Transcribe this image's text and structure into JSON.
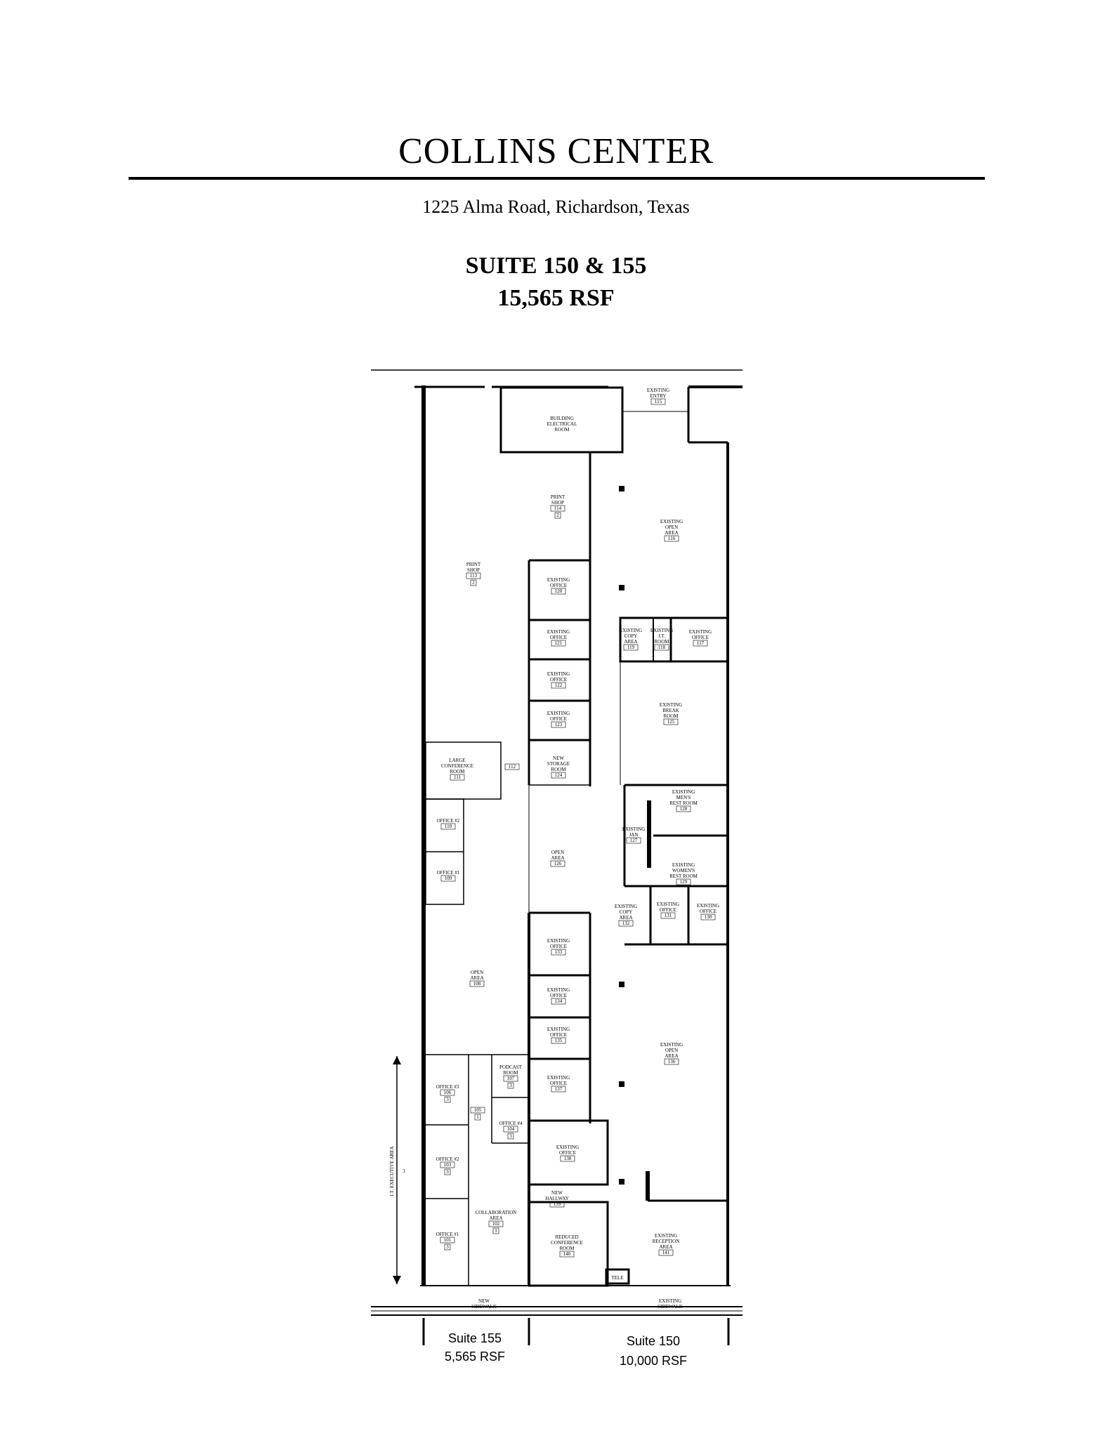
{
  "header": {
    "title": "COLLINS CENTER",
    "address": "1225 Alma Road, Richardson, Texas",
    "suite": "SUITE 150 & 155",
    "rsf": "15,565 RSF"
  },
  "rooms": [
    {
      "id": "electrical",
      "lines": [
        "BUILDING",
        "ELECTRICAL",
        "ROOM"
      ],
      "number": ""
    },
    {
      "id": "entry",
      "lines": [
        "EXISTING",
        "ENTRY"
      ],
      "number": "115"
    },
    {
      "id": "print114",
      "lines": [
        "PRINT",
        "SHOP"
      ],
      "number": "114",
      "tag": "2"
    },
    {
      "id": "print113",
      "lines": [
        "PRINT",
        "SHOP"
      ],
      "number": "113",
      "tag": "2"
    },
    {
      "id": "open116",
      "lines": [
        "EXISTING",
        "OPEN",
        "AREA"
      ],
      "number": "116"
    },
    {
      "id": "off120",
      "lines": [
        "EXISTING",
        "OFFICE"
      ],
      "number": "120"
    },
    {
      "id": "off121",
      "lines": [
        "EXISTING",
        "OFFICE"
      ],
      "number": "121"
    },
    {
      "id": "copy119",
      "lines": [
        "EXISTING",
        "COPY",
        "AREA"
      ],
      "number": "119"
    },
    {
      "id": "it118",
      "lines": [
        "EXISTING",
        "I.T.",
        "ROOM"
      ],
      "number": "118"
    },
    {
      "id": "off117",
      "lines": [
        "EXISTING",
        "OFFICE"
      ],
      "number": "117"
    },
    {
      "id": "off122",
      "lines": [
        "EXISTING",
        "OFFICE"
      ],
      "number": "122"
    },
    {
      "id": "break125",
      "lines": [
        "EXISTING",
        "BREAK",
        "ROOM"
      ],
      "number": "125"
    },
    {
      "id": "off123",
      "lines": [
        "EXISTING",
        "OFFICE"
      ],
      "number": "123"
    },
    {
      "id": "conf111",
      "lines": [
        "LARGE",
        "CONFERENCE",
        "ROOM"
      ],
      "number": "111"
    },
    {
      "id": "r112",
      "lines": [],
      "number": "112"
    },
    {
      "id": "stor124",
      "lines": [
        "NEW",
        "STORAGE",
        "ROOM"
      ],
      "number": "124"
    },
    {
      "id": "men128",
      "lines": [
        "EXISTING",
        "MEN'S",
        "REST ROOM"
      ],
      "number": "128"
    },
    {
      "id": "off110",
      "lines": [
        "OFFICE #2"
      ],
      "number": "110"
    },
    {
      "id": "jan127",
      "lines": [
        "EXISTING",
        "JAN"
      ],
      "number": "127"
    },
    {
      "id": "open126",
      "lines": [
        "OPEN",
        "AREA"
      ],
      "number": "126"
    },
    {
      "id": "off109",
      "lines": [
        "OFFICE #1"
      ],
      "number": "109"
    },
    {
      "id": "women129",
      "lines": [
        "EXISTING",
        "WOMEN'S",
        "REST ROOM"
      ],
      "number": "129"
    },
    {
      "id": "copy132",
      "lines": [
        "EXISTING",
        "COPY",
        "AREA"
      ],
      "number": "132"
    },
    {
      "id": "off131",
      "lines": [
        "EXISTING",
        "OFFICE"
      ],
      "number": "131"
    },
    {
      "id": "off130",
      "lines": [
        "EXISTING",
        "OFFICE"
      ],
      "number": "130"
    },
    {
      "id": "off133",
      "lines": [
        "EXISTING",
        "OFFICE"
      ],
      "number": "133"
    },
    {
      "id": "open108",
      "lines": [
        "OPEN",
        "AREA"
      ],
      "number": "108"
    },
    {
      "id": "off134",
      "lines": [
        "EXISTING",
        "OFFICE"
      ],
      "number": "134"
    },
    {
      "id": "off135",
      "lines": [
        "EXISTING",
        "OFFICE"
      ],
      "number": "135"
    },
    {
      "id": "open136",
      "lines": [
        "EXISTING",
        "OPEN",
        "AREA"
      ],
      "number": "136"
    },
    {
      "id": "pod107",
      "lines": [
        "PODCAST",
        "ROOM"
      ],
      "number": "107",
      "tag": "3"
    },
    {
      "id": "off106",
      "lines": [
        "OFFICE #3"
      ],
      "number": "106",
      "tag": "3"
    },
    {
      "id": "off137",
      "lines": [
        "EXISTING",
        "OFFICE"
      ],
      "number": "137"
    },
    {
      "id": "r105",
      "lines": [],
      "number": "105",
      "tag": "1"
    },
    {
      "id": "off104",
      "lines": [
        "OFFICE #4"
      ],
      "number": "104",
      "tag": "3"
    },
    {
      "id": "off138",
      "lines": [
        "EXISTING",
        "OFFICE"
      ],
      "number": "138"
    },
    {
      "id": "off103",
      "lines": [
        "OFFICE #2"
      ],
      "number": "103",
      "tag": "3"
    },
    {
      "id": "hall139",
      "lines": [
        "NEW",
        "HALLWAY"
      ],
      "number": "139"
    },
    {
      "id": "collab102",
      "lines": [
        "COLLABORATION",
        "AREA"
      ],
      "number": "102",
      "tag": "1"
    },
    {
      "id": "conf140",
      "lines": [
        "REDUCED",
        "CONFERENCE",
        "ROOM"
      ],
      "number": "140"
    },
    {
      "id": "recep141",
      "lines": [
        "EXISTING",
        "RECEPTION",
        "AREA"
      ],
      "number": "141"
    },
    {
      "id": "off101",
      "lines": [
        "OFFICE #1"
      ],
      "number": "101",
      "tag": "3"
    },
    {
      "id": "tele",
      "lines": [
        "TELE"
      ],
      "number": ""
    },
    {
      "id": "newsw",
      "lines": [
        "NEW",
        "SIDEWALK"
      ],
      "number": ""
    },
    {
      "id": "exsw",
      "lines": [
        "EXISTING",
        "SIDEWALK"
      ],
      "number": ""
    }
  ],
  "it_executive_area": {
    "label": "I.T. EXECUTIVE AREA",
    "tag": "3"
  },
  "suites": [
    {
      "name": "Suite 155",
      "rsf": "5,565 RSF"
    },
    {
      "name": "Suite 150",
      "rsf": "10,000 RSF"
    }
  ]
}
